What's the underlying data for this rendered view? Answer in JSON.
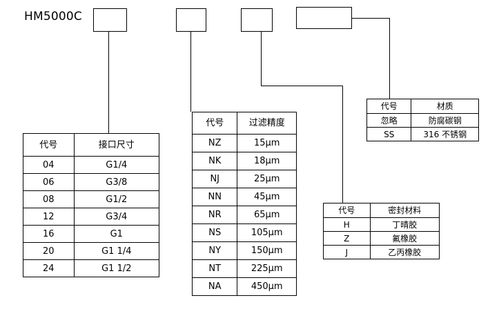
{
  "model": "HM5000C",
  "port_table": {
    "headers": [
      "代号",
      "接口尺寸"
    ],
    "rows": [
      [
        "04",
        "G1/4"
      ],
      [
        "06",
        "G3/8"
      ],
      [
        "08",
        "G1/2"
      ],
      [
        "12",
        "G3/4"
      ],
      [
        "16",
        "G1"
      ],
      [
        "20",
        "G1 1/4"
      ],
      [
        "24",
        "G1 1/2"
      ]
    ]
  },
  "filter_table": {
    "headers": [
      "代号",
      "过滤精度"
    ],
    "rows": [
      [
        "NZ",
        "15μm"
      ],
      [
        "NK",
        "18μm"
      ],
      [
        "NJ",
        "25μm"
      ],
      [
        "NN",
        "45μm"
      ],
      [
        "NR",
        "65μm"
      ],
      [
        "NS",
        "105μm"
      ],
      [
        "NY",
        "150μm"
      ],
      [
        "NT",
        "225μm"
      ],
      [
        "NA",
        "450μm"
      ]
    ]
  },
  "material_table": {
    "headers": [
      "代号",
      "材质"
    ],
    "rows": [
      [
        "忽略",
        "防腐碳钢"
      ],
      [
        "SS",
        "316 不锈钢"
      ]
    ]
  },
  "seal_table": {
    "headers": [
      "代号",
      "密封材料"
    ],
    "rows": [
      [
        "H",
        "丁晴胶"
      ],
      [
        "Z",
        "氟橡胶"
      ],
      [
        "J",
        "乙丙橡胶"
      ]
    ]
  }
}
